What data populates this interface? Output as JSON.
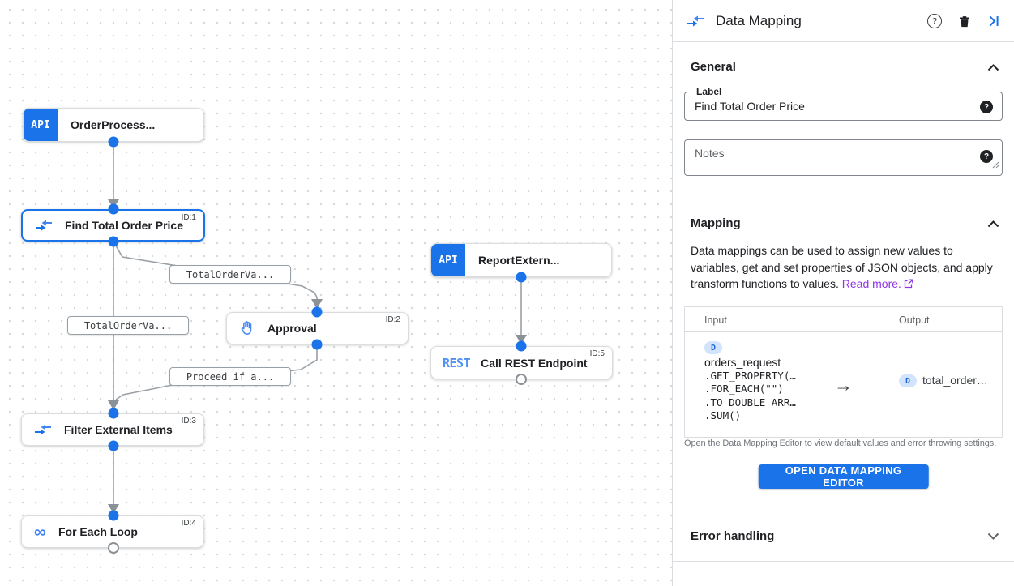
{
  "canvas": {
    "nodes": [
      {
        "label": "OrderProcess...",
        "badge": "API"
      },
      {
        "label": "Find Total Order Price",
        "id_label": "ID:1"
      },
      {
        "label": "Approval",
        "id_label": "ID:2"
      },
      {
        "label": "Filter External Items",
        "id_label": "ID:3"
      },
      {
        "label": "For Each Loop",
        "id_label": "ID:4",
        "icon_glyph": "∞"
      },
      {
        "label": "ReportExtern...",
        "badge": "API"
      },
      {
        "label": "Call REST Endpoint",
        "id_label": "ID:5",
        "badge": "REST"
      }
    ],
    "edge_labels": [
      "TotalOrderVa...",
      "TotalOrderVa...",
      "Proceed if a..."
    ]
  },
  "panel": {
    "header": {
      "title": "Data Mapping",
      "help_glyph": "?"
    },
    "general": {
      "title": "General",
      "label_field": {
        "label": "Label",
        "value": "Find Total Order Price",
        "help_glyph": "?"
      },
      "notes_field": {
        "placeholder": "Notes",
        "help_glyph": "?"
      }
    },
    "mapping": {
      "title": "Mapping",
      "description": "Data mappings can be used to assign new values to variables, get and set properties of JSON objects, and apply transform functions to values.",
      "read_more": "Read more.",
      "table": {
        "input_header": "Input",
        "output_header": "Output",
        "input": {
          "badge": "D",
          "var_name": "orders_request",
          "functions": [
            ".GET_PROPERTY(…",
            ".FOR_EACH(\"\")",
            ".TO_DOUBLE_ARR…",
            ".SUM()"
          ]
        },
        "arrow": "→",
        "output": {
          "badge": "D",
          "var_name": "total_order…"
        }
      },
      "caption": "Open the Data Mapping Editor to view default values and error throwing settings.",
      "button_label": "OPEN DATA MAPPING EDITOR"
    },
    "error_handling": {
      "title": "Error handling"
    },
    "colors": {
      "accent": "#1a73e8",
      "link": "#9334e6",
      "badge_bg": "#d2e3fc",
      "badge_text": "#1967d2"
    }
  }
}
